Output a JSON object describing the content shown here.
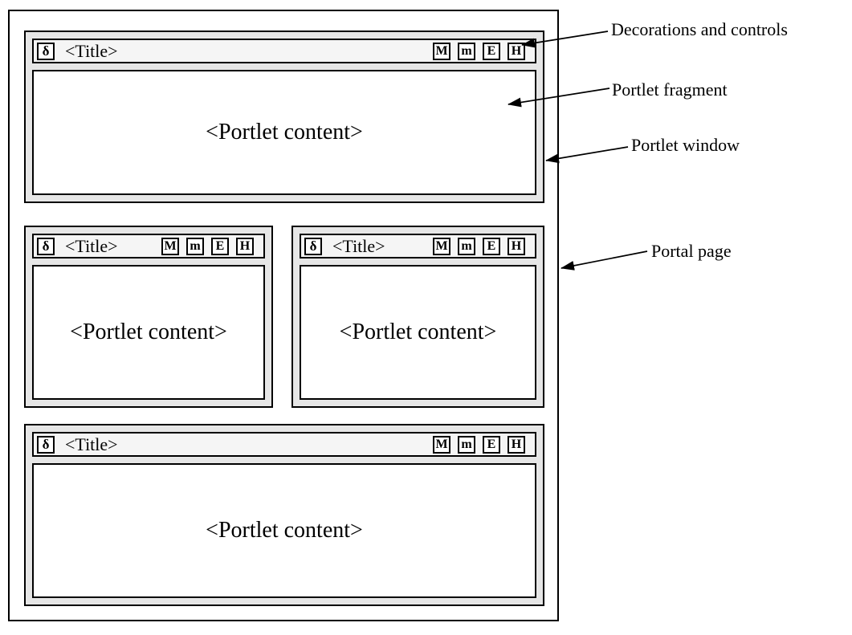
{
  "figure": {
    "portlets": [
      {
        "position": "top",
        "decoration_icon": "δ",
        "title": "<Title>",
        "controls": [
          "M",
          "m",
          "E",
          "H"
        ],
        "content": "<Portlet content>"
      },
      {
        "position": "middle-left",
        "decoration_icon": "δ",
        "title": "<Title>",
        "controls": [
          "M",
          "m",
          "E",
          "H"
        ],
        "content": "<Portlet content>"
      },
      {
        "position": "middle-right",
        "decoration_icon": "δ",
        "title": "<Title>",
        "controls": [
          "M",
          "m",
          "E",
          "H"
        ],
        "content": "<Portlet content>"
      },
      {
        "position": "bottom",
        "decoration_icon": "δ",
        "title": "<Title>",
        "controls": [
          "M",
          "m",
          "E",
          "H"
        ],
        "content": "<Portlet content>"
      }
    ],
    "annotations": [
      {
        "label": "Decorations and controls"
      },
      {
        "label": "Portlet fragment"
      },
      {
        "label": "Portlet window"
      },
      {
        "label": "Portal page"
      }
    ],
    "colors": {
      "border": "#000000",
      "frame": "#e6e6e6",
      "titlebar": "#f5f5f5",
      "content": "#ffffff"
    }
  }
}
